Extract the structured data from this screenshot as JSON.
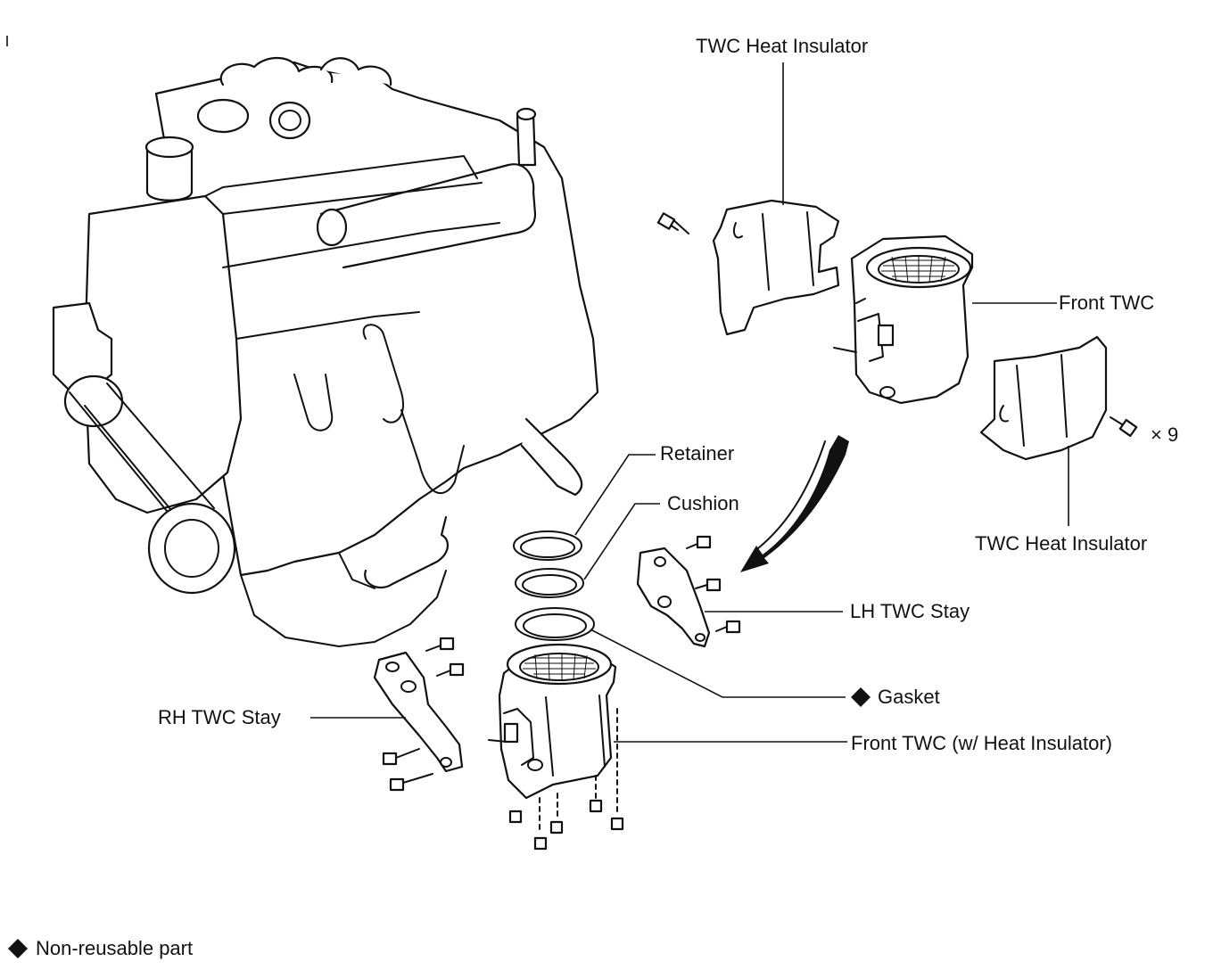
{
  "labels": {
    "twc_heat_insulator_top": "TWC Heat Insulator",
    "front_twc": "Front TWC",
    "times_9": "× 9",
    "twc_heat_insulator_right": "TWC Heat Insulator",
    "retainer": "Retainer",
    "cushion": "Cushion",
    "lh_twc_stay": "LH TWC Stay",
    "gasket": "Gasket",
    "rh_twc_stay": "RH TWC Stay",
    "front_twc_w_heat_insulator": "Front TWC (w/ Heat Insulator)"
  },
  "legend": {
    "symbol_name": "diamond-icon",
    "text": "Non-reusable part"
  }
}
